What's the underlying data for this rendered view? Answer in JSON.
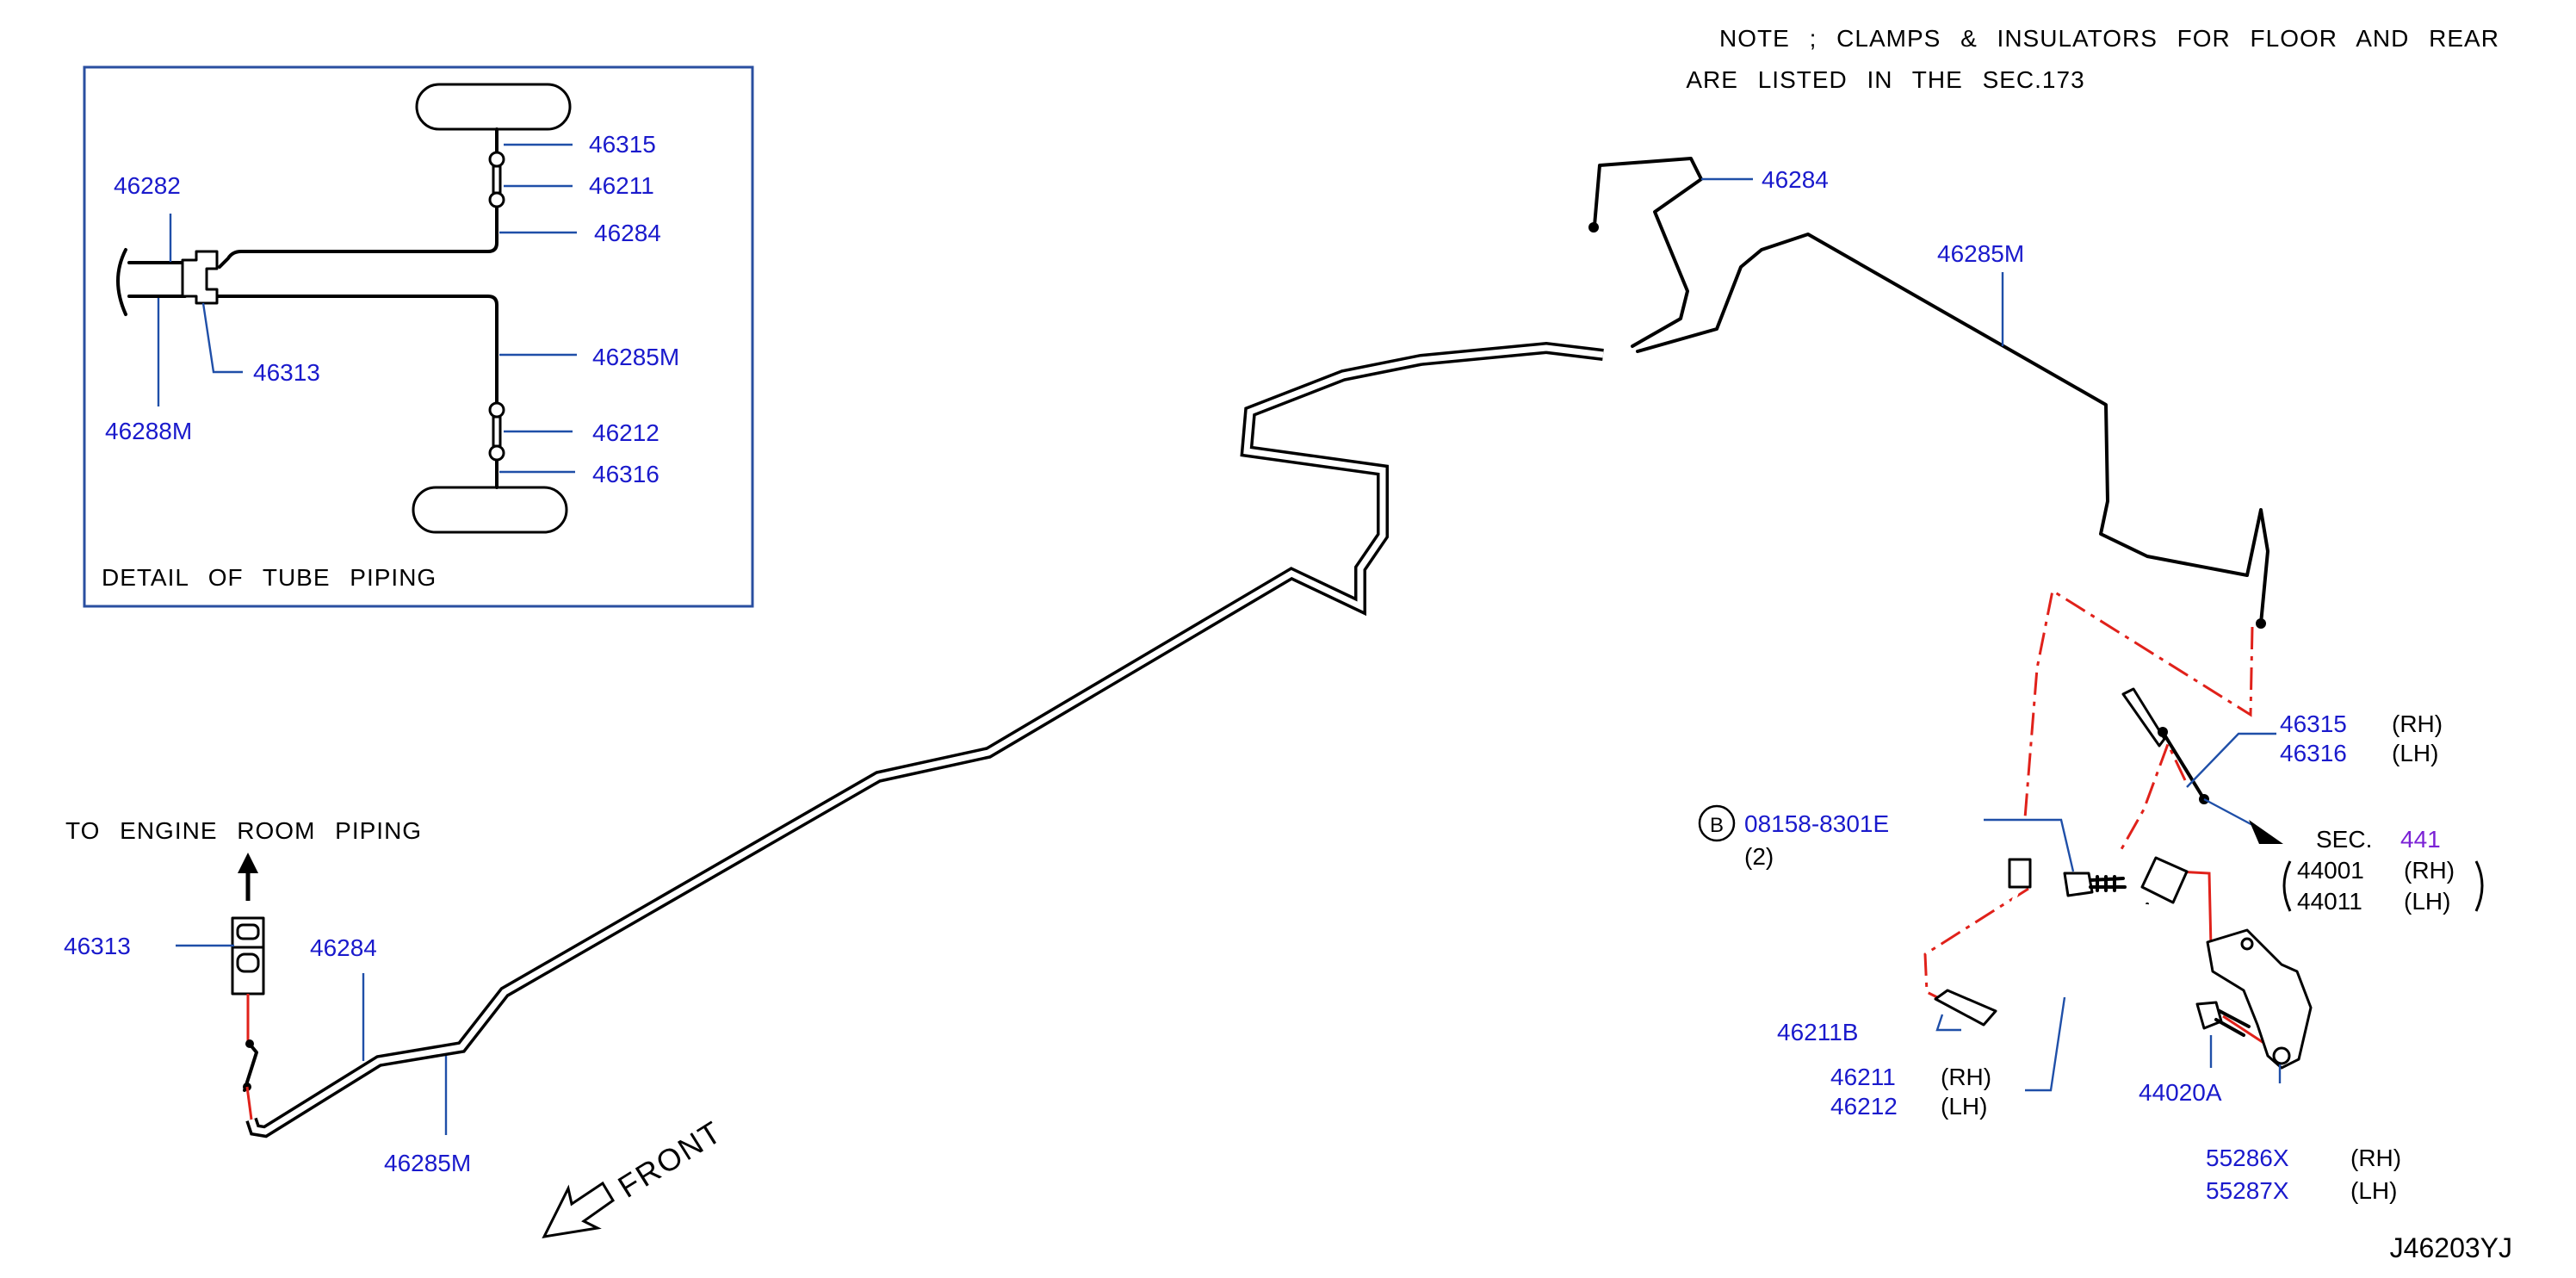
{
  "note": {
    "line1": "NOTE ; CLAMPS & INSULATORS FOR FLOOR AND REAR",
    "line2": "ARE LISTED IN THE SEC.173"
  },
  "detail": {
    "title": "DETAIL OF TUBE PIPING",
    "labels": {
      "p46315": "46315",
      "p46211": "46211",
      "p46284": "46284",
      "p46282": "46282",
      "p46313": "46313",
      "p46285M": "46285M",
      "p46212": "46212",
      "p46316": "46316",
      "p46288M": "46288M"
    }
  },
  "engine": {
    "title": "TO ENGINE ROOM PIPING",
    "labels": {
      "p46313": "46313",
      "p46284": "46284",
      "p46285M": "46285M"
    }
  },
  "front_label": "FRONT",
  "main_labels": {
    "p46284": "46284",
    "p46285M": "46285M"
  },
  "rear": {
    "bolt_symbol": "B",
    "bolt_part": "08158-8301E",
    "bolt_qty": "(2)",
    "p46315": "46315",
    "p46315_side": "(RH)",
    "p46316": "46316",
    "p46316_side": "(LH)",
    "sec_prefix": "SEC.",
    "sec_num": "441",
    "p44001": "44001",
    "p44001_side": "(RH)",
    "p44011": "44011",
    "p44011_side": "(LH)",
    "p46211B": "46211B",
    "p46211": "46211",
    "p46211_side": "(RH)",
    "p46212": "46212",
    "p46212_side": "(LH)",
    "p44020A": "44020A",
    "p55286X": "55286X",
    "p55286X_side": "(RH)",
    "p55287X": "55287X",
    "p55287X_side": "(LH)"
  },
  "drawing_code": "J46203YJ",
  "colors": {
    "label_blue": "#1a1acc",
    "leader_blue": "#1f4fa8",
    "sec_purple": "#7b22d6",
    "red_line": "#e0211a",
    "frame_blue": "#2a4fa0"
  }
}
